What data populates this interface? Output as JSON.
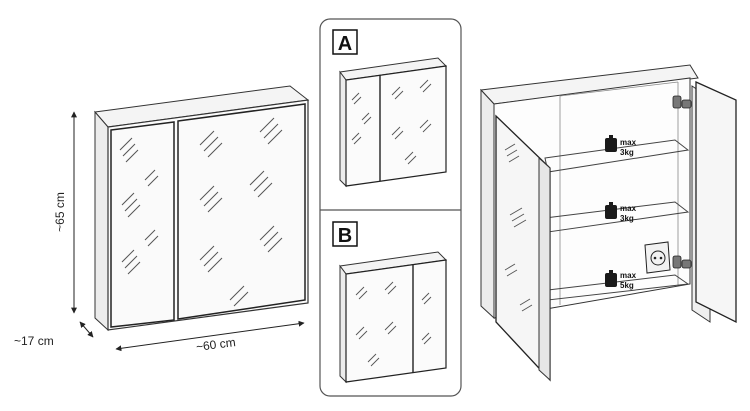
{
  "dimensions": {
    "height": "~65 cm",
    "width": "~60 cm",
    "depth": "~17 cm"
  },
  "variants": {
    "a_label": "A",
    "b_label": "B"
  },
  "shelves": [
    {
      "max_label": "max",
      "load_label": "3kg"
    },
    {
      "max_label": "max",
      "load_label": "3kg"
    },
    {
      "max_label": "max",
      "load_label": "5kg"
    }
  ]
}
